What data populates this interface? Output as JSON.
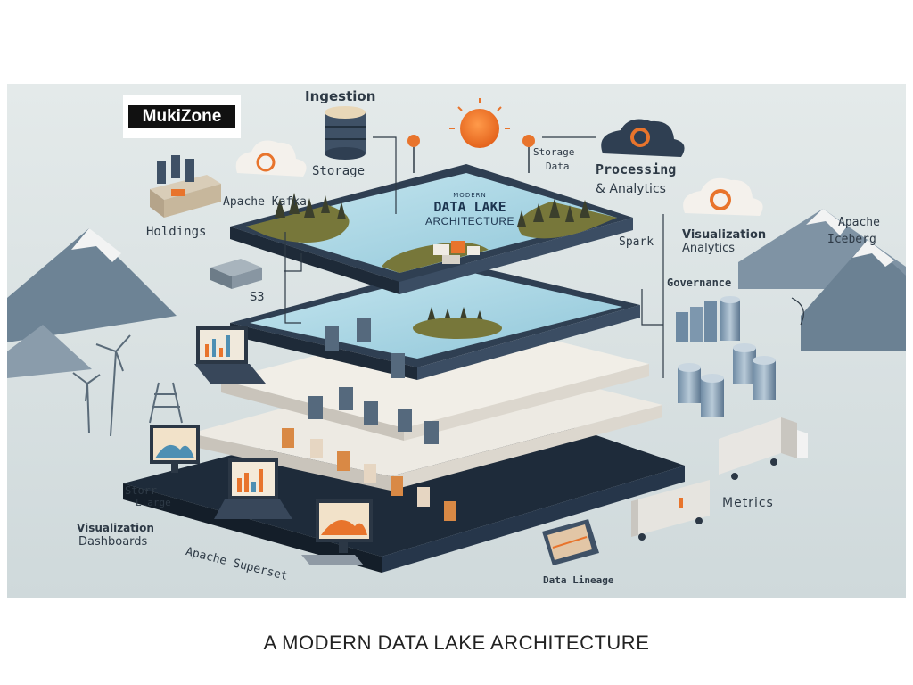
{
  "logo": {
    "text": "MukiZone"
  },
  "center_title": {
    "line1": "MODERN",
    "line2": "DATA LAKE",
    "line3": "ARCHITECTURE"
  },
  "labels": {
    "ingestion": "Ingestion",
    "storage_top": "Storage",
    "storage_data_1": "Storage",
    "storage_data_2": "Data",
    "processing": "Processing",
    "analytics": "& Analytics",
    "apache_kafka": "Apache Kafka",
    "holdings": "Holdings",
    "visualization_analytics_1": "Visualization",
    "visualization_analytics_2": "Analytics",
    "apache_iceberg_1": "Apache",
    "apache_iceberg_2": "Iceberg",
    "spark": "Spark",
    "s3": "S3",
    "governance": "Governance",
    "storage_large_1": "Storr",
    "storage_large_2": "Llarge",
    "visualization_dashboards_1": "Visualization",
    "visualization_dashboards_2": "Dashboards",
    "apache_superset": "Apache Superset",
    "metrics": "Metrics",
    "data_lineage": "Data Lineage"
  },
  "caption": "A MODERN DATA LAKE ARCHITECTURE",
  "colors": {
    "background": "#dde5e6",
    "accent_orange": "#e8742c",
    "layer_dark": "#2f3f52",
    "water": "#a9d6e4",
    "grass": "#77773a"
  }
}
